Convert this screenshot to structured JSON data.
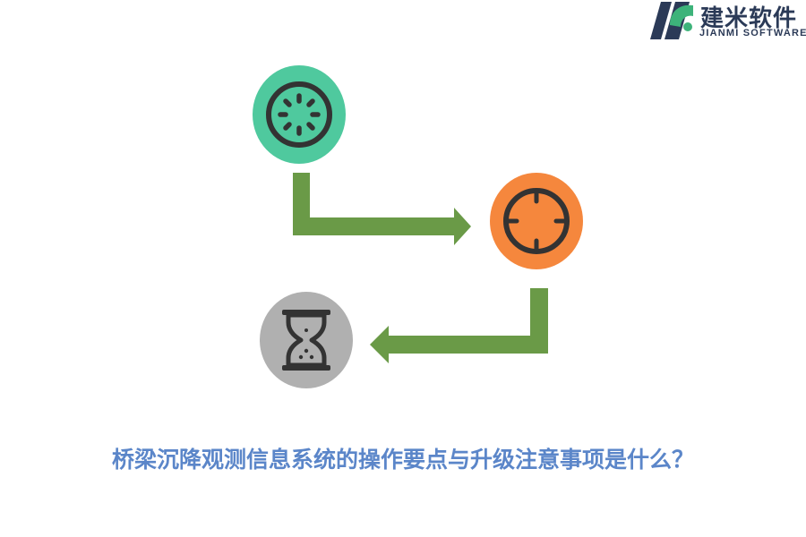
{
  "logo": {
    "name_cn": "建米软件",
    "name_en": "JIANMI SOFTWARE",
    "colors": {
      "mark_dark": "#2b3a57",
      "mark_green": "#3db37a"
    }
  },
  "flow": {
    "steps": [
      {
        "icon": "loading-dial-icon",
        "color": "#4fc99e"
      },
      {
        "icon": "crosshair-target-icon",
        "color": "#f5873d"
      },
      {
        "icon": "hourglass-icon",
        "color": "#b0b0b0"
      }
    ],
    "arrow_color": "#6a9a47"
  },
  "caption": "桥梁沉降观测信息系统的操作要点与升级注意事项是什么？"
}
